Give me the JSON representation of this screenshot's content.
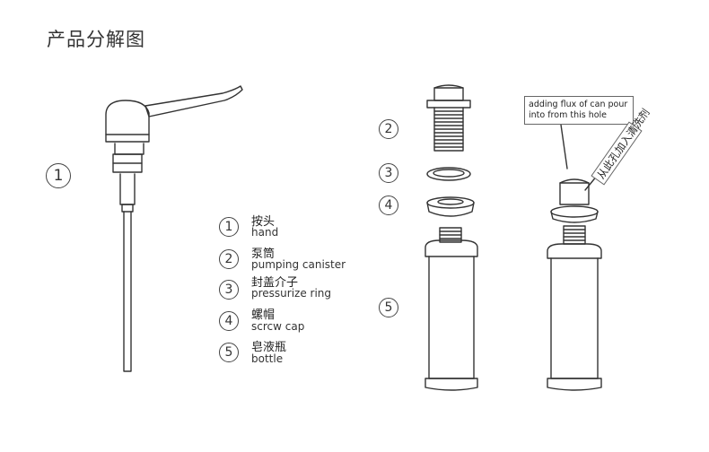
{
  "title": "产品分解图",
  "callouts": {
    "main": "1",
    "c2": "2",
    "c3": "3",
    "c4": "4",
    "c5": "5"
  },
  "legend": [
    {
      "num": "1",
      "cn": "按头",
      "en": "hand"
    },
    {
      "num": "2",
      "cn": "泵筒",
      "en": "pumping canister"
    },
    {
      "num": "3",
      "cn": "封盖介子",
      "en": "pressurize ring"
    },
    {
      "num": "4",
      "cn": "螺帽",
      "en": "scrcw cap"
    },
    {
      "num": "5",
      "cn": "皂液瓶",
      "en": "bottle"
    }
  ],
  "notes": {
    "en_line1": "adding flux of can pour",
    "en_line2": "into from this hole",
    "cn": "从此孔加入清洗剂"
  }
}
